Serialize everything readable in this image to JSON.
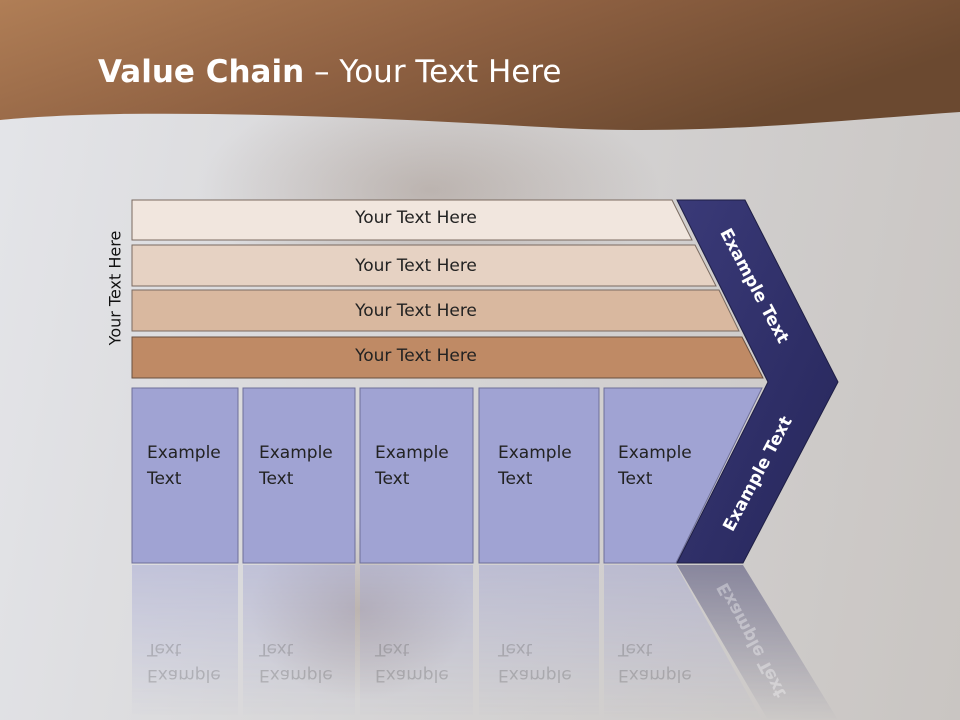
{
  "title": {
    "bold": "Value Chain",
    "rest": " – Your Text Here"
  },
  "side_label": "Your Text Here",
  "rows": [
    {
      "label": "Your Text Here",
      "fill": "#f1e6de"
    },
    {
      "label": "Your Text Here",
      "fill": "#e6d2c3"
    },
    {
      "label": "Your Text Here",
      "fill": "#d9b89f"
    },
    {
      "label": "Your Text Here",
      "fill": "#bf8a65"
    }
  ],
  "columns": [
    {
      "line1": "Example",
      "line2": "Text"
    },
    {
      "line1": "Example",
      "line2": "Text"
    },
    {
      "line1": "Example",
      "line2": "Text"
    },
    {
      "line1": "Example",
      "line2": "Text"
    },
    {
      "line1": "Example",
      "line2": "Text"
    }
  ],
  "chevron": {
    "upper_label": "Example Text",
    "lower_label": "Example Text"
  },
  "colors": {
    "header_brown": "#9a6a46",
    "column_fill": "#a0a3d3",
    "chevron_fill": "#2f2e62"
  }
}
